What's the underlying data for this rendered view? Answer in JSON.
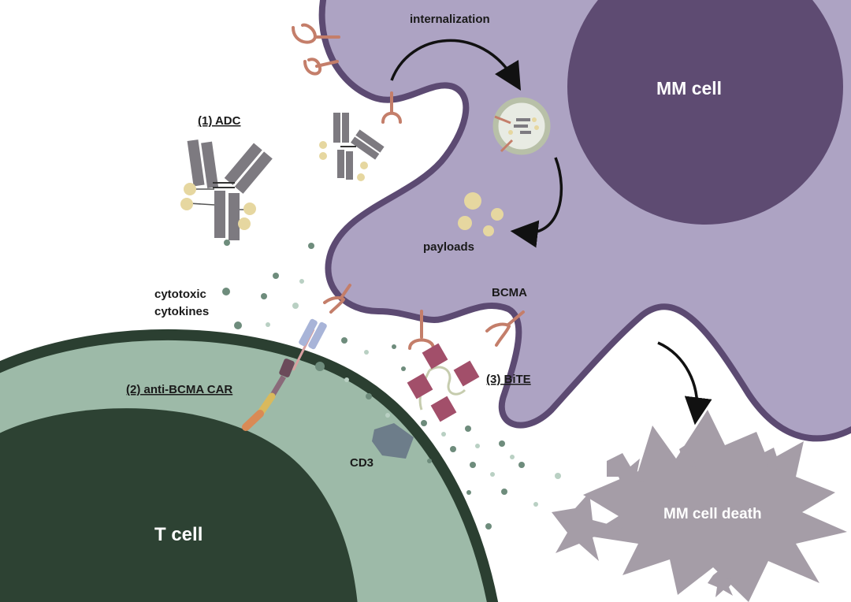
{
  "labels": {
    "internalization": "internalization",
    "mm_cell": "MM cell",
    "adc": "(1) ADC",
    "payloads": "payloads",
    "cytokines_line1": "cytotoxic",
    "cytokines_line2": "cytokines",
    "bcma": "BCMA",
    "bite": "(3) BiTE",
    "car": "(2) anti-BCMA CAR",
    "cd3": "CD3",
    "t_cell": "T cell",
    "mm_death": "MM cell death"
  },
  "colors": {
    "mm_cell_body": "#ada3c3",
    "mm_cell_membrane": "#5c4a72",
    "mm_nucleus": "#5e4b72",
    "t_cell_body": "#9dbaa8",
    "t_cell_membrane": "#2b3f31",
    "t_cell_nucleus": "#2d4233",
    "receptor": "#c47e6a",
    "antibody": "#7d7a80",
    "payload": "#e6d7a0",
    "cytokine_dark": "#6e8c7c",
    "cytokine_light": "#b9d0c3",
    "bite_domain": "#a24f6a",
    "cd3": "#6d7d8a",
    "death_shape": "#a59da7"
  }
}
